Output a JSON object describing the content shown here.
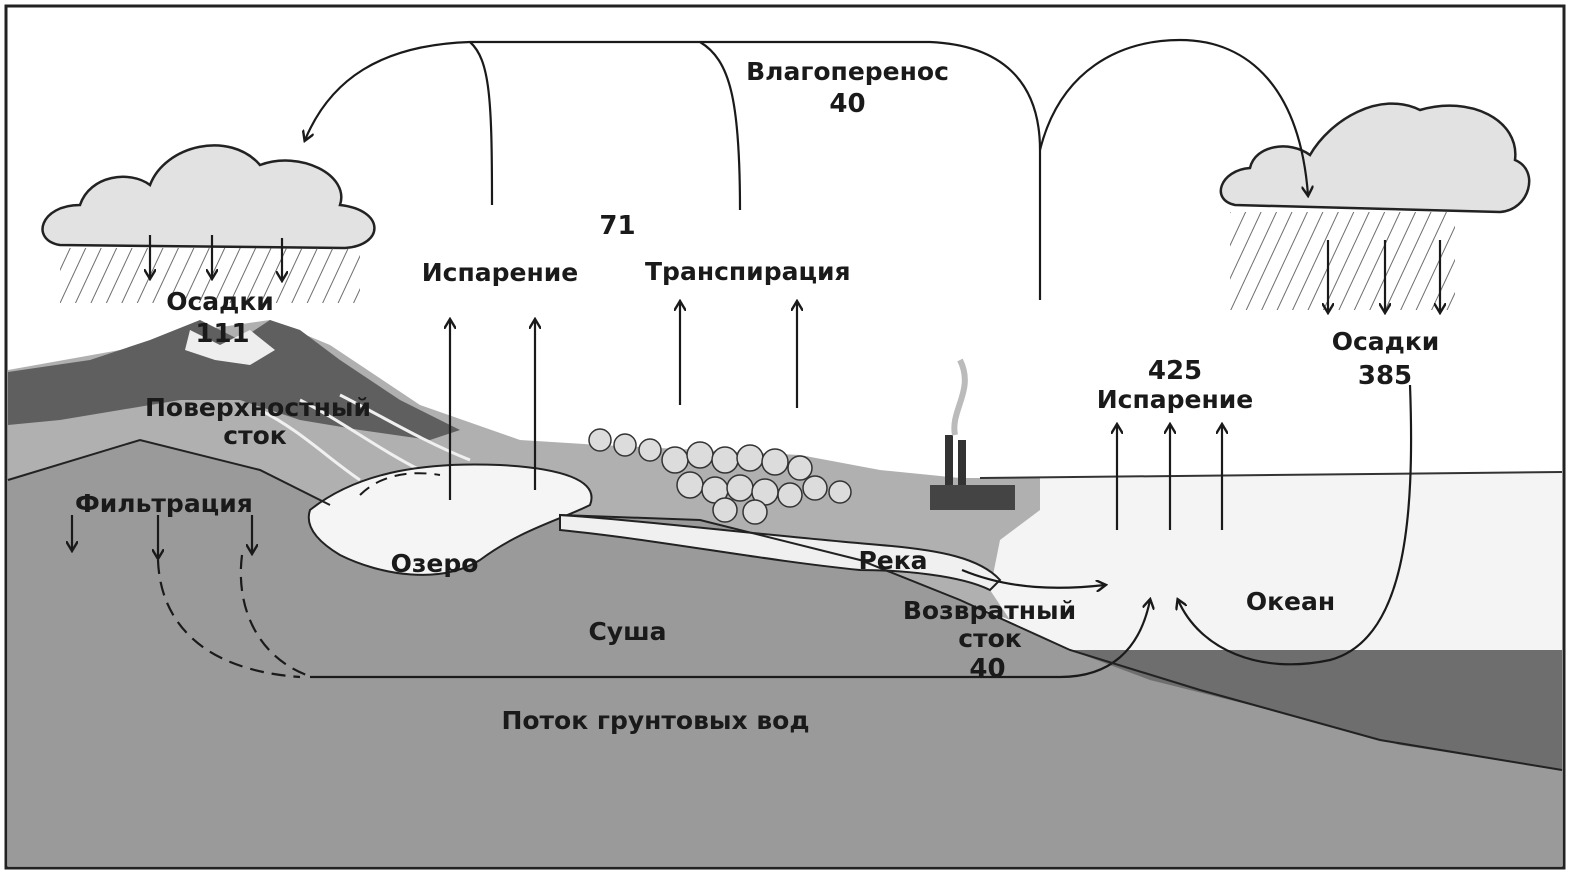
{
  "labels": {
    "transfer": "Влагоперенос",
    "transfer_value": "40",
    "land_evaporation_total": "71",
    "land_evaporation": "Испарение",
    "transpiration": "Транспирация",
    "land_precipitation": "Осадки",
    "land_precipitation_value": "111",
    "surface_runoff_line1": "Поверхностный",
    "surface_runoff_line2": "сток",
    "infiltration": "Фильтрация",
    "lake": "Озеро",
    "river": "Река",
    "land": "Суша",
    "return_runoff_line1": "Возвратный",
    "return_runoff_line2": "сток",
    "return_runoff_value": "40",
    "groundwater_flow": "Поток грунтовых вод",
    "ocean_evaporation_value": "425",
    "ocean_evaporation": "Испарение",
    "ocean_precipitation": "Осадки",
    "ocean_precipitation_value": "385",
    "ocean": "Океан"
  },
  "colors": {
    "background": "#ffffff",
    "land_fill": "#a9a9a9",
    "soil_fill": "#8f8f8f",
    "deep_fill": "#777777",
    "mountain_fill": "#5a5a5a",
    "cloud_fill": "#e4e4e4",
    "water_fill": "#f3f3f3",
    "line": "#1a1a1a"
  }
}
